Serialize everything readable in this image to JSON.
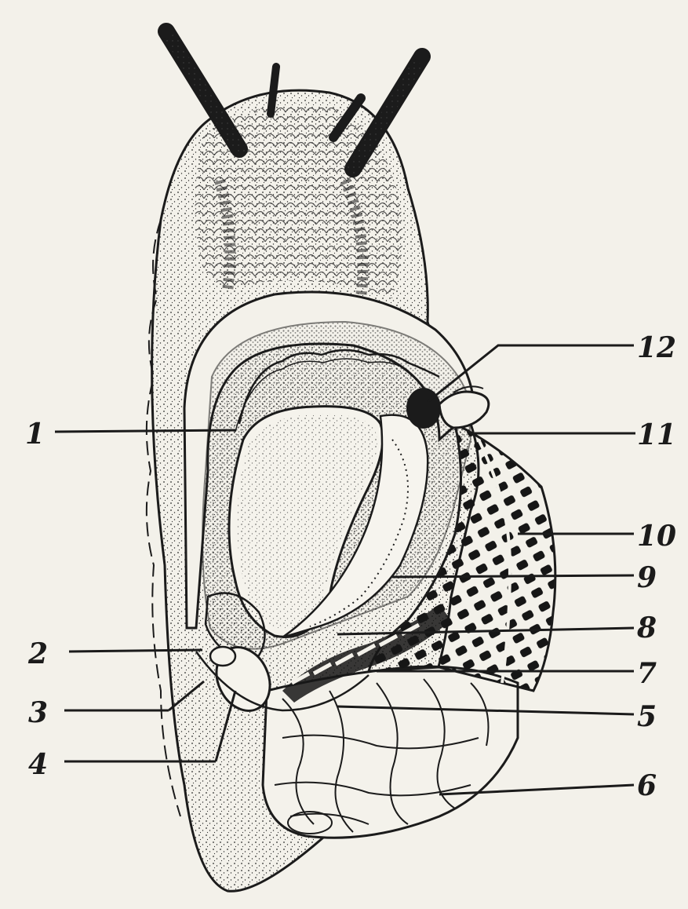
{
  "diagram": {
    "subject": "snail anatomy illustration (mantle cavity opened, dorsal view)",
    "ink_color": "#1b1b1b",
    "paper_color": "#f3f1ea",
    "labels": [
      {
        "id": "1",
        "text": "1"
      },
      {
        "id": "2",
        "text": "2"
      },
      {
        "id": "3",
        "text": "3"
      },
      {
        "id": "4",
        "text": "4"
      },
      {
        "id": "5",
        "text": "5"
      },
      {
        "id": "6",
        "text": "6"
      },
      {
        "id": "7",
        "text": "7"
      },
      {
        "id": "8",
        "text": "8"
      },
      {
        "id": "9",
        "text": "9"
      },
      {
        "id": "10",
        "text": "10"
      },
      {
        "id": "11",
        "text": "11"
      },
      {
        "id": "12",
        "text": "12"
      }
    ]
  }
}
